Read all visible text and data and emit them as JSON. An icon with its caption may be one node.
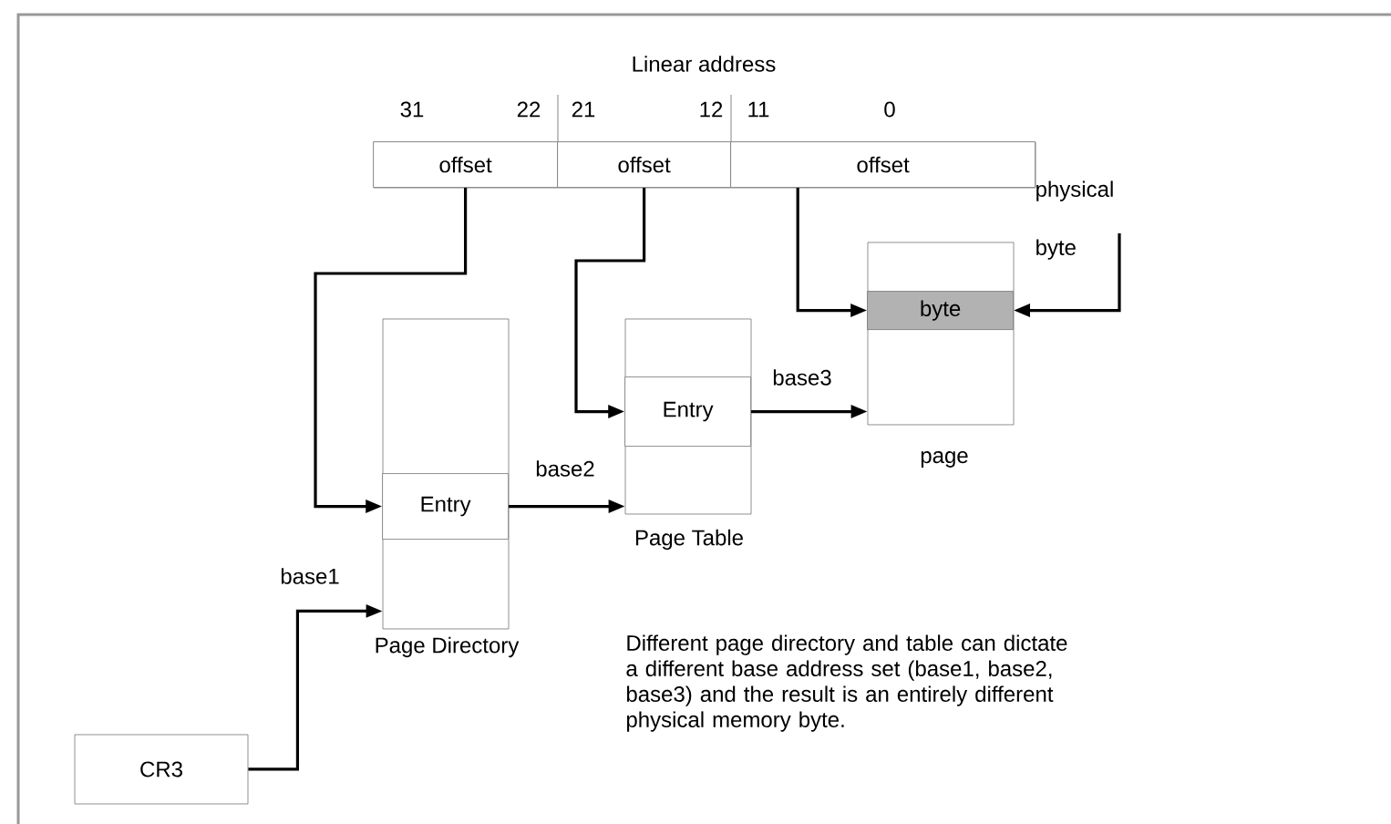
{
  "diagram": {
    "title": "Linear address",
    "nodes": [
      {
        "text": [],
        "shape": "box"
      },
      {
        "text": [
          "offset"
        ],
        "in": 0
      },
      {
        "text": [
          "offset"
        ],
        "in": 0
      },
      {
        "text": [
          "offset"
        ],
        "in": 0
      },
      {
        "text": [
          "Page Directory"
        ]
      },
      {
        "text": [
          "Entry"
        ],
        "in": 4
      },
      {
        "text": [
          "Page Table"
        ]
      },
      {
        "text": [
          "Entry"
        ],
        "in": 6
      },
      {
        "text": [
          "page"
        ]
      },
      {
        "text": [
          "byte"
        ],
        "in": 8
      },
      {
        "text": [
          "CR3"
        ]
      },
      {
        "text": [
          "physical byte"
        ]
      }
    ],
    "edges": [
      {
        "from": 1,
        "to": 5,
        "arrow": "to"
      },
      {
        "from": 2,
        "to": 7,
        "arrow": "to"
      },
      {
        "from": 3,
        "to": 9,
        "arrow": "to"
      },
      {
        "from": 5,
        "to": 6,
        "arrow": "to",
        "label": "base2"
      },
      {
        "from": 7,
        "to": 8,
        "arrow": "to",
        "label": "base3"
      },
      {
        "from": 10,
        "to": 4,
        "arrow": "to",
        "label": "base1"
      },
      {
        "from": 11,
        "to": 9,
        "arrow": "to"
      }
    ],
    "labels": [
      "31",
      "22",
      "21",
      "12",
      "11",
      "0",
      "Different page directory and table can dictate a different base address set (base1, base2, base3) and the result is an entirely different physical memory byte."
    ]
  }
}
